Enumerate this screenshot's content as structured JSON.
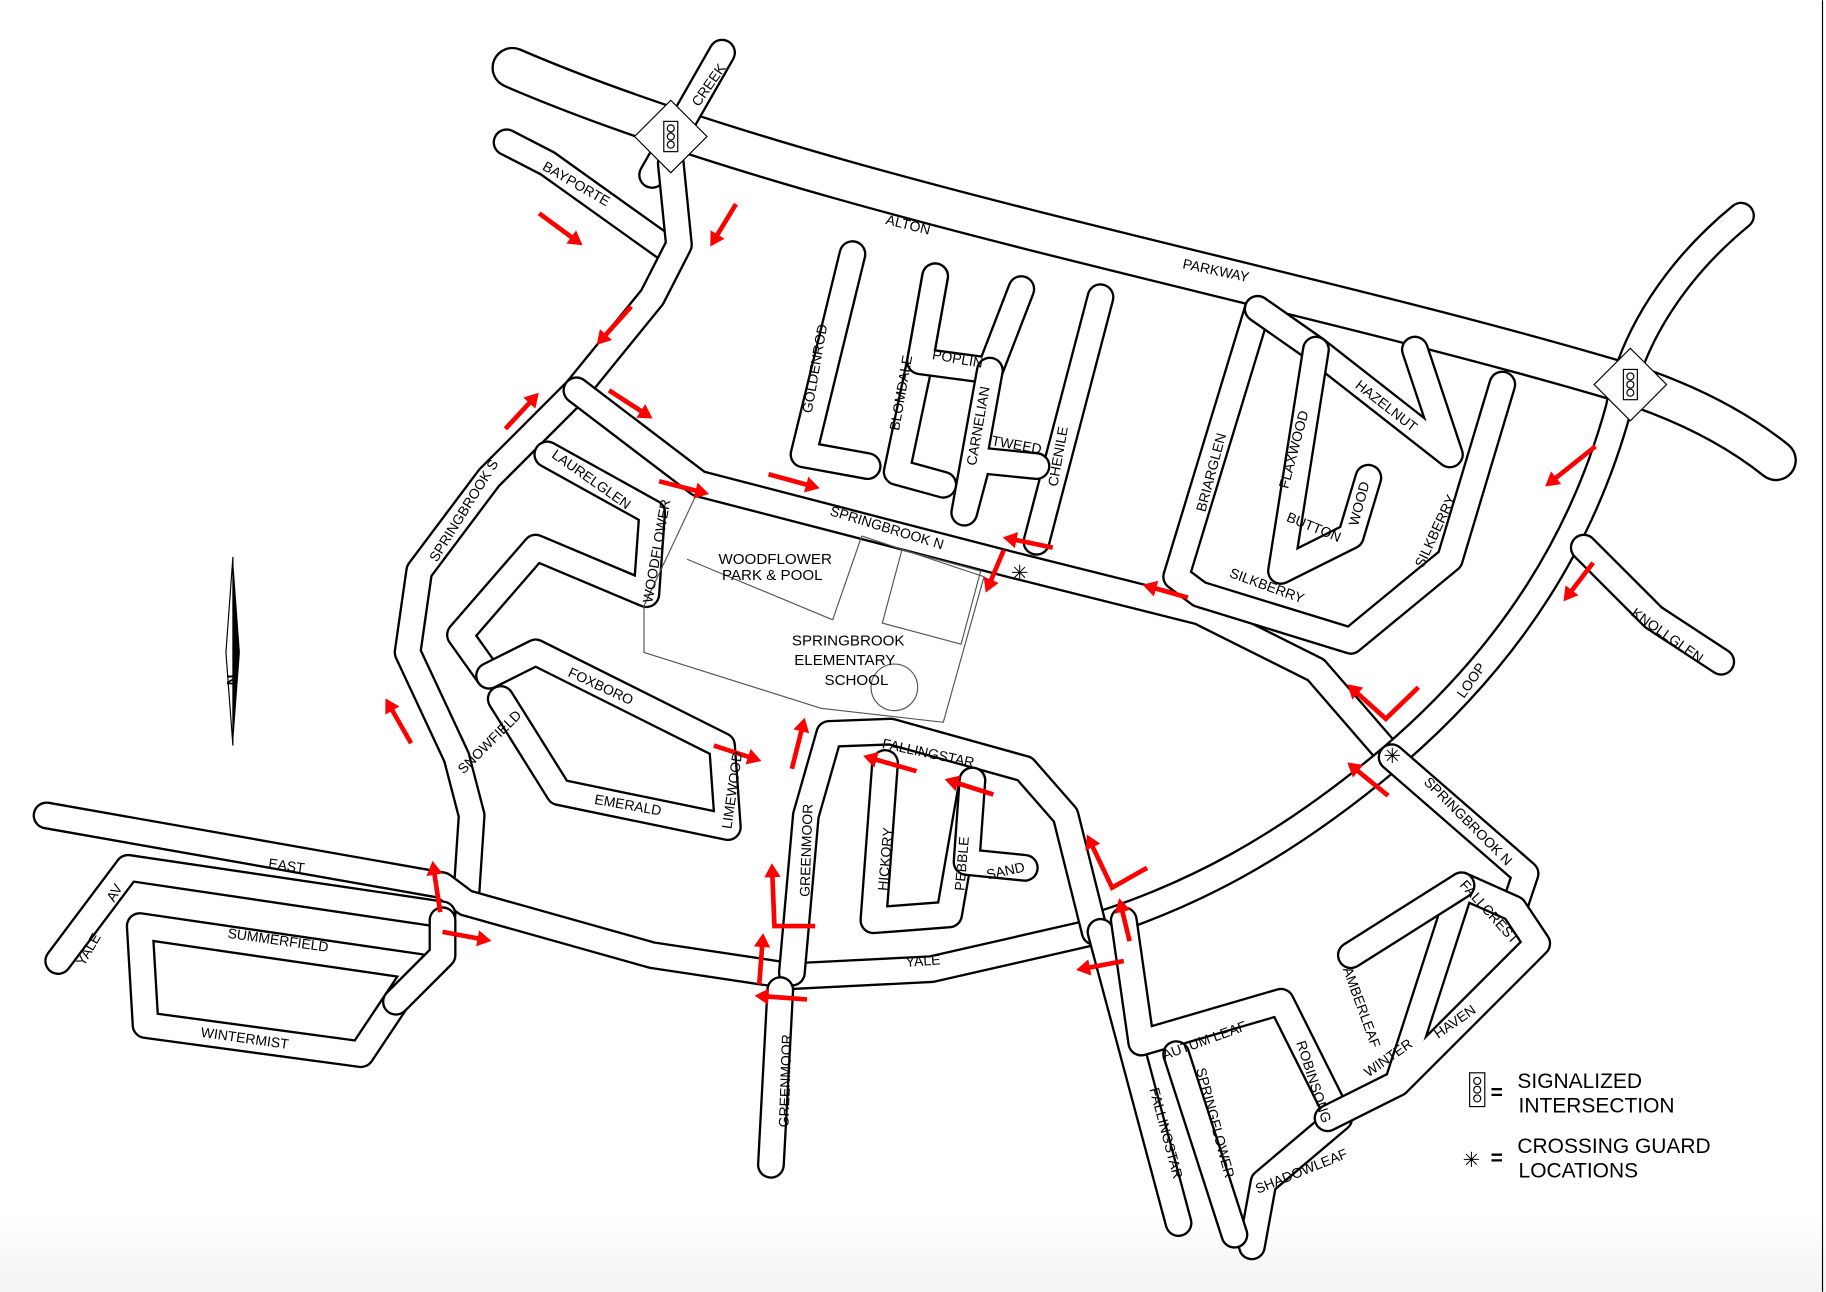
{
  "streets": {
    "creek": "CREEK",
    "bayporte": "BAYPORTE",
    "alton": "ALTON",
    "parkway": "PARKWAY",
    "goldenrod": "GOLDENROD",
    "blomdale": "BLOMDALE",
    "poplin": "POPLIN",
    "carnelian": "CARNELIAN",
    "tweed": "TWEED",
    "chenile": "CHENILE",
    "briarglen": "BRIARGLEN",
    "flaxwood": "FLAXWOOD",
    "hazelnut": "HAZELNUT",
    "button": "BUTTON",
    "wood": "WOOD",
    "silkberry_w": "SILKBERRY",
    "silkberry_e": "SILKBERRY",
    "laurelglen": "LAURELGLEN",
    "woodflower": "WOODFLOWER",
    "springbrook_s": "SPRINGBROOK S",
    "springbrook_n_w": "SPRINGBROOK N",
    "springbrook_n_e": "SPRINGBROOK N",
    "loop": "LOOP",
    "knollglen": "KNOLLGLEN",
    "foxboro": "FOXBORO",
    "emerald": "EMERALD",
    "limewood": "LIMEWOOD",
    "snowfield": "SNOWFIELD",
    "fallingstar_n": "FALLINGSTAR",
    "hickory": "HICKORY",
    "pebble": "PEBBLE",
    "sand": "SAND",
    "greenmoor_n": "GREENMOOR",
    "greenmoor_s": "GREENMOOR",
    "east": "EAST",
    "yale_av_1": "YALE",
    "yale_av_2": "AV",
    "yale": "YALE",
    "summerfield": "SUMMERFIELD",
    "wintermist": "WINTERMIST",
    "fallcrest": "FALLCREST",
    "amberleaf": "AMBERLEAF",
    "winter": "WINTER",
    "haven": "HAVEN",
    "autum_leaf": "AUTUM LEAF",
    "springflower": "SPRINGFLOWER",
    "robinsong": "ROBINSONG",
    "shadowleaf": "SHADOWLEAF",
    "fallingstar_s": "FALLINGSTAR"
  },
  "places": {
    "park_line1": "WOODFLOWER",
    "park_line2": "PARK & POOL",
    "school_line1": "SPRINGBROOK",
    "school_line2": "ELEMENTARY",
    "school_line3": "SCHOOL"
  },
  "north_arrow": "N",
  "legend": {
    "signal_line1": "SIGNALIZED",
    "signal_line2": "INTERSECTION",
    "guard_line1": "CROSSING GUARD",
    "guard_line2": "LOCATIONS",
    "equals": "="
  },
  "colors": {
    "arrow": "#ff0000",
    "road": "#000000"
  },
  "icons": [
    "traffic-signal-icon",
    "crossing-guard-asterisk-icon",
    "north-arrow-icon",
    "route-arrow-icon"
  ]
}
